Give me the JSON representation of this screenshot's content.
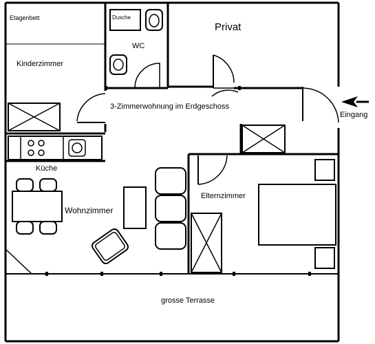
{
  "rooms": {
    "etagenbett": "Etagenbett",
    "dusche": "Dusche",
    "wc": "WC",
    "privat": "Privat",
    "kinderzimmer": "Kinderzimmer",
    "flur": "3-Zimmerwohnung im Erdgeschoss",
    "eingang": "Eingang",
    "kueche": "Küche",
    "wohnzimmer": "Wohnzimmer",
    "elternzimmer": "Elternzimmer",
    "terrasse": "grosse Terrasse"
  },
  "colors": {
    "line": "#000000",
    "background": "#ffffff"
  }
}
